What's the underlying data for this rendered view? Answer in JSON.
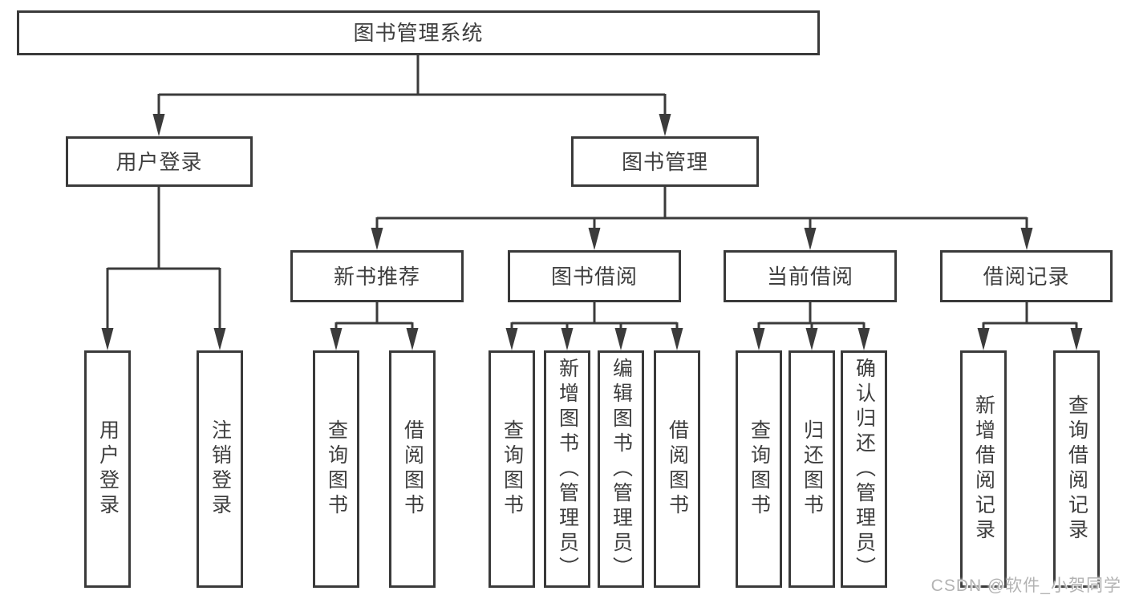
{
  "colors": {
    "line": "#3b3b3b",
    "node_border": "#3a3a3a",
    "node_text": "#3e3e3e",
    "watermark": "#b3b3b3",
    "background": "#ffffff"
  },
  "watermark": "CSDN @软件_小贺同学",
  "tree": {
    "root": {
      "label": "图书管理系统",
      "children": [
        {
          "label": "用户登录",
          "children": [
            {
              "label": "用户登录"
            },
            {
              "label": "注销登录"
            }
          ]
        },
        {
          "label": "图书管理",
          "children": [
            {
              "label": "新书推荐",
              "children": [
                {
                  "label": "查询图书"
                },
                {
                  "label": "借阅图书"
                }
              ]
            },
            {
              "label": "图书借阅",
              "children": [
                {
                  "label": "查询图书"
                },
                {
                  "label": "新增图书（管理员）"
                },
                {
                  "label": "编辑图书（管理员）"
                },
                {
                  "label": "借阅图书"
                }
              ]
            },
            {
              "label": "当前借阅",
              "children": [
                {
                  "label": "查询图书"
                },
                {
                  "label": "归还图书"
                },
                {
                  "label": "确认归还（管理员）"
                }
              ]
            },
            {
              "label": "借阅记录",
              "children": [
                {
                  "label": "新增借阅记录"
                },
                {
                  "label": "查询借阅记录"
                }
              ]
            }
          ]
        }
      ]
    }
  }
}
